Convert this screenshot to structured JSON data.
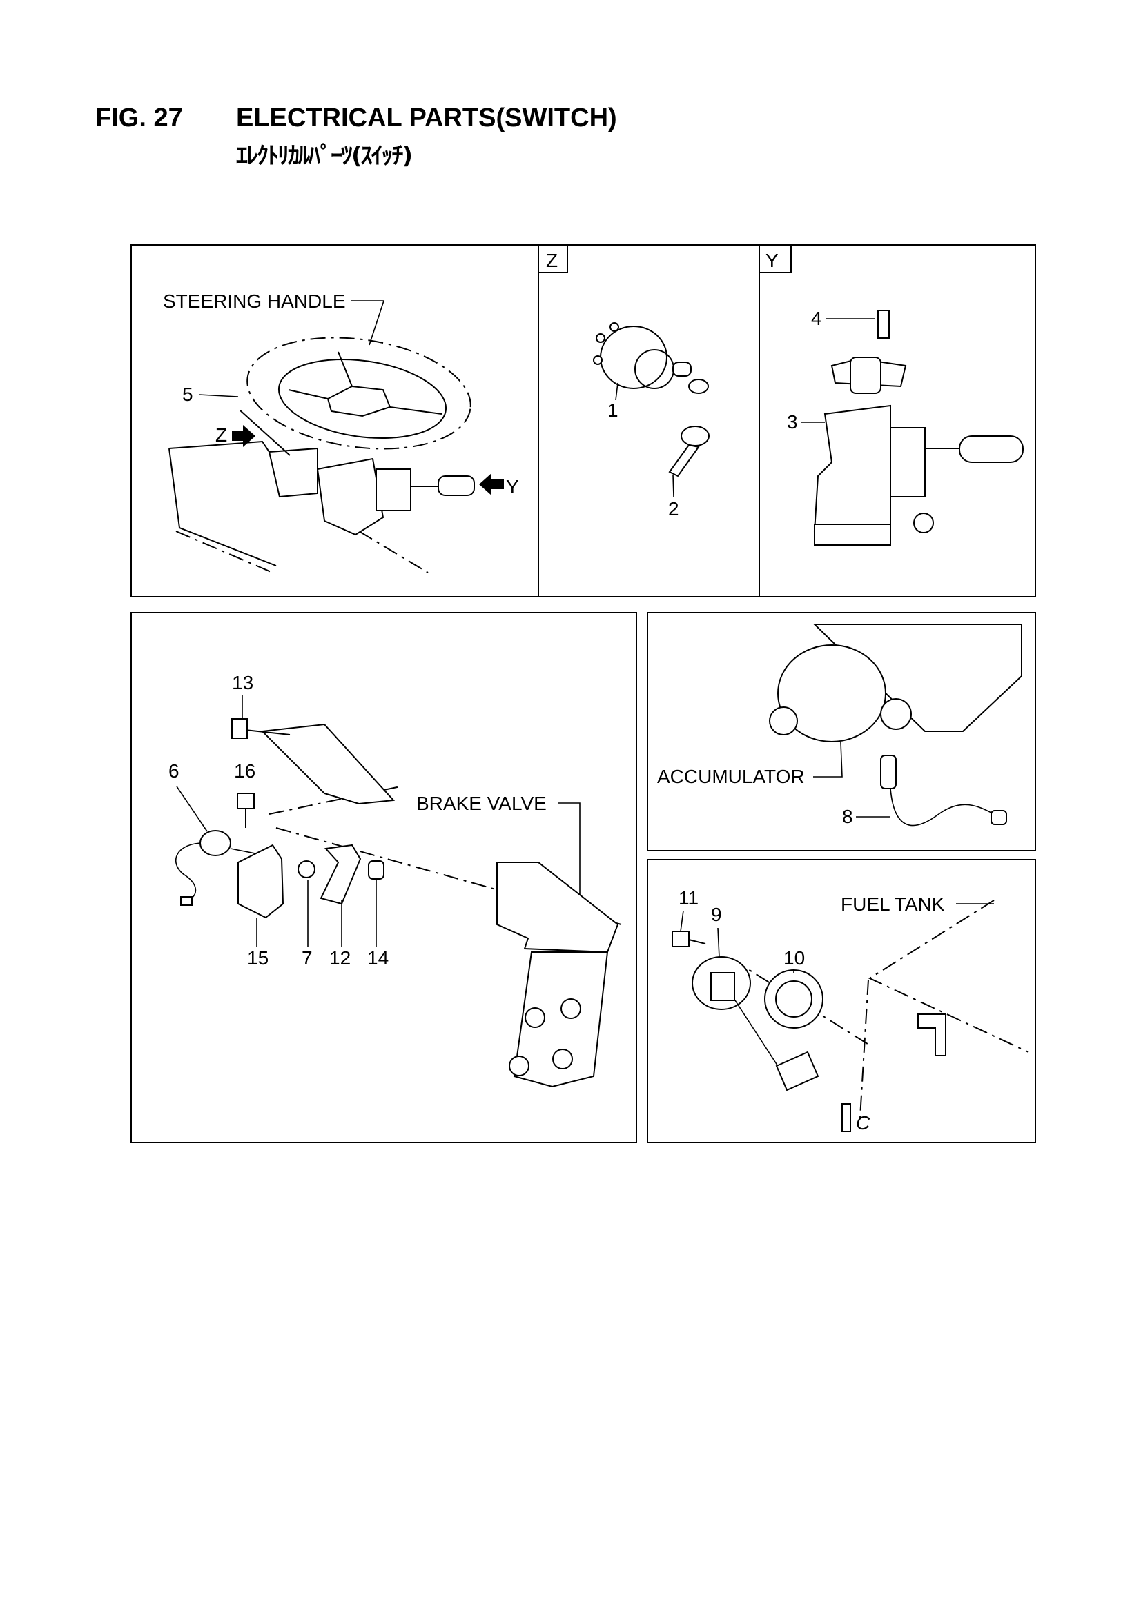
{
  "figure": {
    "number": "FIG. 27",
    "title": "ELECTRICAL PARTS(SWITCH)",
    "subtitle": "ｴﾚｸﾄﾘｶﾙﾊﾟｰﾂ(ｽｲｯﾁ)"
  },
  "views": {
    "z": "Z",
    "y": "Y"
  },
  "labels": {
    "steering_handle": "STEERING HANDLE",
    "brake_valve": "BRAKE VALVE",
    "accumulator": "ACCUMULATOR",
    "fuel_tank": "FUEL TANK",
    "z_arrow": "Z",
    "y_arrow": "Y",
    "c_mark": "C"
  },
  "callouts": {
    "p1": "1",
    "p2": "2",
    "p3": "3",
    "p4": "4",
    "p5": "5",
    "p6": "6",
    "p7": "7",
    "p8": "8",
    "p9": "9",
    "p10": "10",
    "p11": "11",
    "p12": "12",
    "p13": "13",
    "p14": "14",
    "p15": "15",
    "p16": "16"
  }
}
